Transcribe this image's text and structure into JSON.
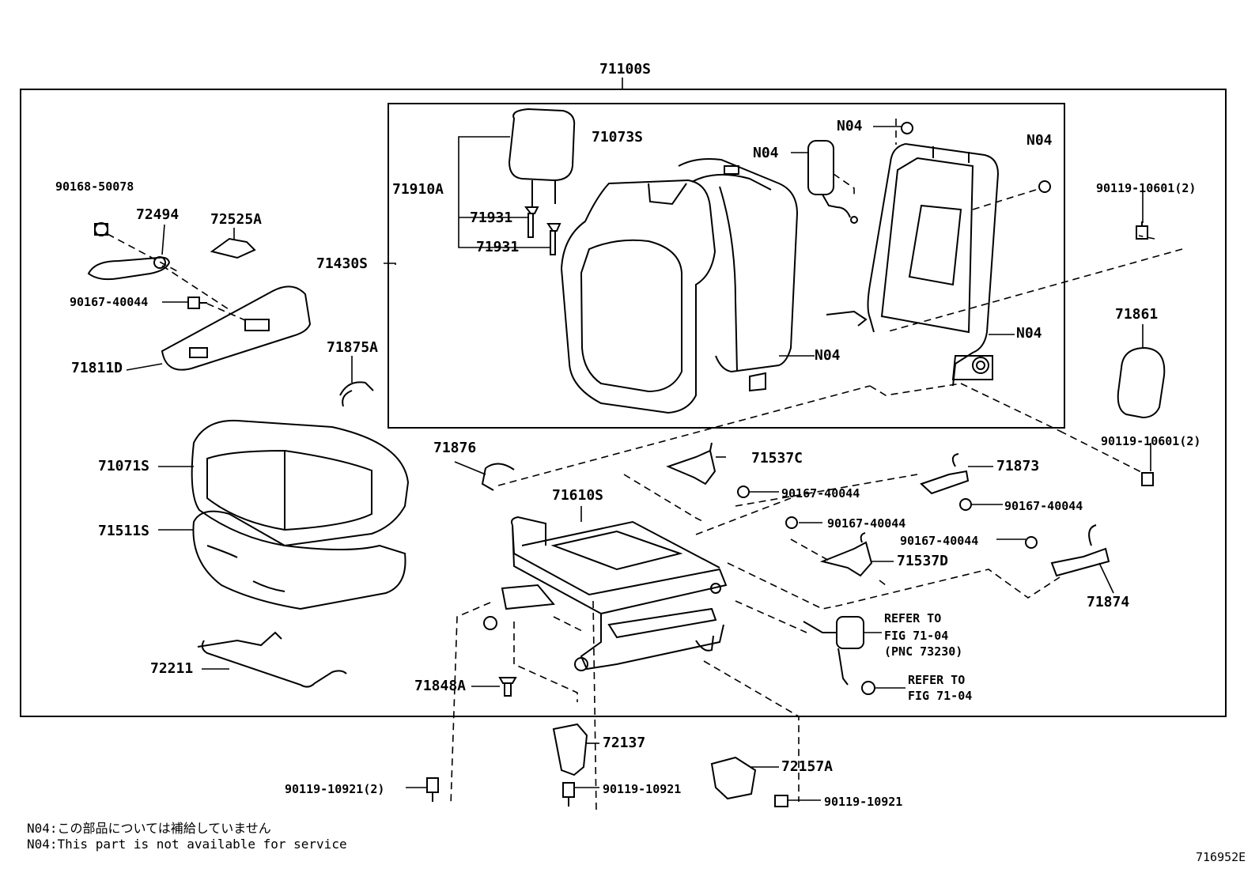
{
  "labels": {
    "p71100S": "71100S",
    "p71073S": "71073S",
    "p71910A": "71910A",
    "p71931a": "71931",
    "p71931b": "71931",
    "p71430S": "71430S",
    "n04_top": "N04",
    "n04_left": "N04",
    "n04_right": "N04",
    "n04_frame": "N04",
    "n04_back": "N04",
    "p90168_50078": "90168-50078",
    "p72494": "72494",
    "p72525A": "72525A",
    "p90167_40044_a": "90167-40044",
    "p71811D": "71811D",
    "p71875A": "71875A",
    "p90119_10601_a": "90119-10601(2)",
    "p71861": "71861",
    "p90119_10601_b": "90119-10601(2)",
    "p71071S": "71071S",
    "p71511S": "71511S",
    "p72211": "72211",
    "p71876": "71876",
    "p71610S": "71610S",
    "p71537C": "71537C",
    "p90167_40044_b": "90167-40044",
    "p71873": "71873",
    "p90167_40044_c": "90167-40044",
    "p90167_40044_d": "90167-40044",
    "p90167_40044_e": "90167-40044",
    "p71537D": "71537D",
    "p71874": "71874",
    "refer1_a": "REFER TO",
    "refer1_b": "FIG 71-04",
    "refer1_c": "(PNC 73230)",
    "refer2_a": "REFER TO",
    "refer2_b": "FIG 71-04",
    "p71848A": "71848A",
    "p72137": "72137",
    "p72157A": "72157A",
    "p90119_10921_a": "90119-10921(2)",
    "p90119_10921_b": "90119-10921",
    "p90119_10921_c": "90119-10921"
  },
  "notes": {
    "jp": "N04:この部品については補給していません",
    "en": "N04:This part is not available for service"
  },
  "figure_id": "716952E"
}
